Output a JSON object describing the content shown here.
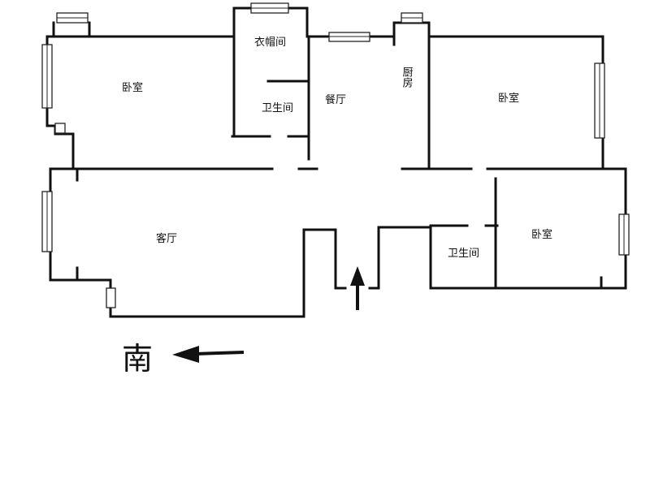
{
  "rooms": {
    "bedroom_nw": "卧室",
    "closet": "衣帽间",
    "bathroom_north": "卫生间",
    "dining": "餐厅",
    "kitchen": "厨房",
    "bedroom_ne": "卧室",
    "living": "客厅",
    "bathroom_south": "卫生间",
    "bedroom_se": "卧室"
  },
  "compass": {
    "label": "南"
  },
  "colors": {
    "wall": "#111111",
    "background": "#ffffff"
  }
}
